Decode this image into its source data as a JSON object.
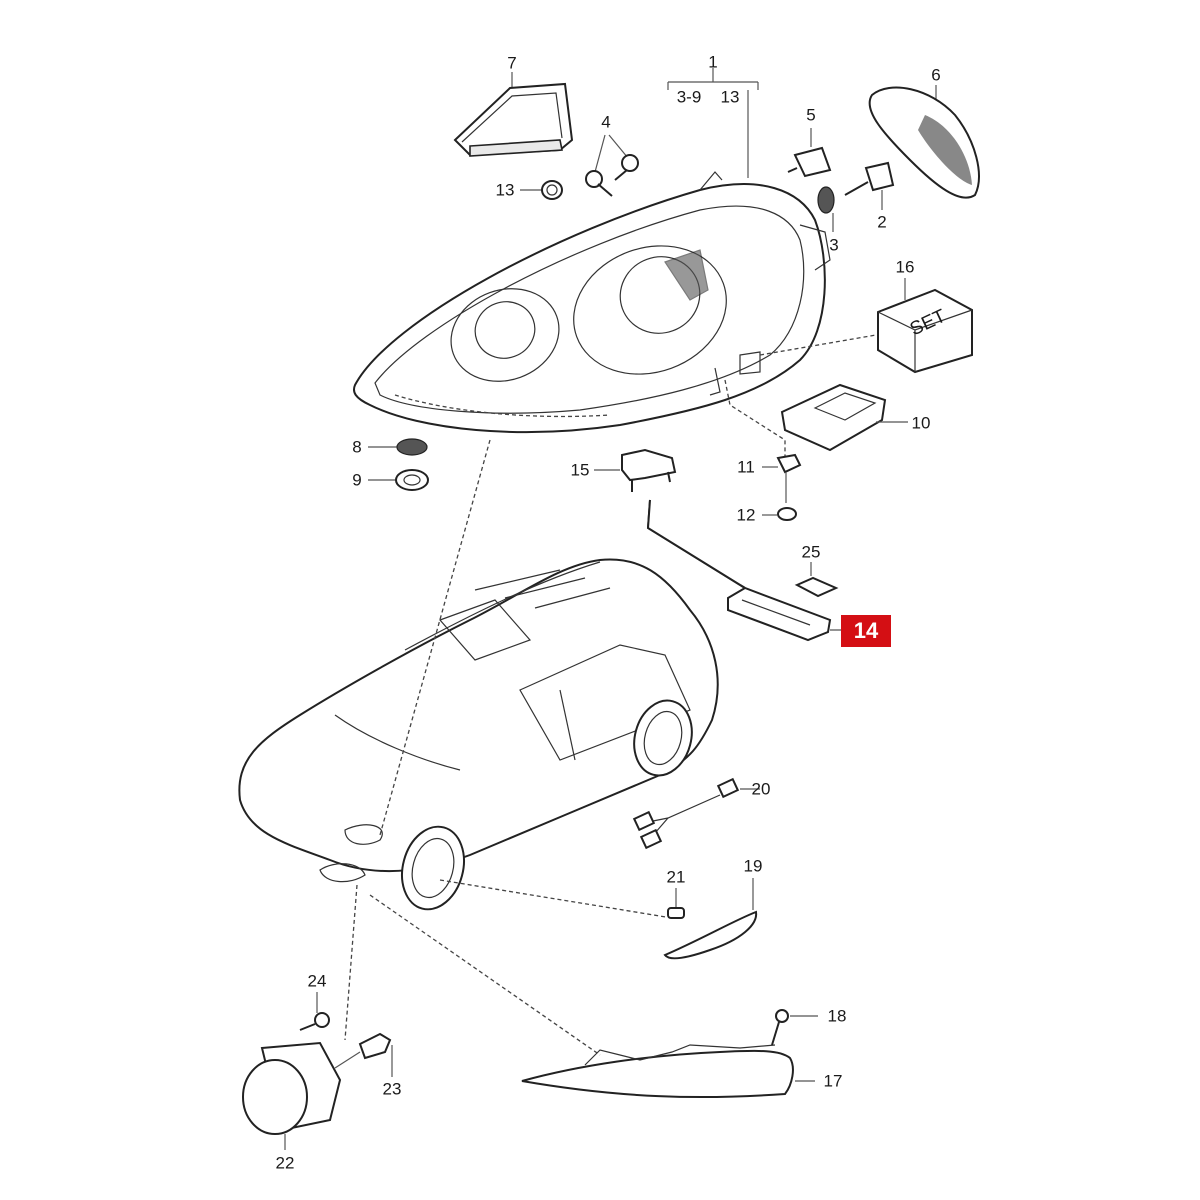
{
  "diagram": {
    "type": "exploded-parts-diagram",
    "subject": "Headlight assembly and front lighting components",
    "highlighted_part": "14",
    "highlight_color": "#d40f14",
    "group_callout": {
      "number": "1",
      "includes": [
        "3-9",
        "13"
      ]
    },
    "set_box_label": "SET",
    "parts": [
      {
        "number": "1",
        "label": "1",
        "description": "headlight-assembly"
      },
      {
        "number": "2",
        "label": "2",
        "description": "bulb"
      },
      {
        "number": "3",
        "label": "3",
        "description": "bulb-holder"
      },
      {
        "number": "4",
        "label": "4",
        "description": "screws"
      },
      {
        "number": "5",
        "label": "5",
        "description": "bulb-socket"
      },
      {
        "number": "6",
        "label": "6",
        "description": "rear-cover-mesh"
      },
      {
        "number": "7",
        "label": "7",
        "description": "mounting-bracket"
      },
      {
        "number": "8",
        "label": "8",
        "description": "grommet"
      },
      {
        "number": "9",
        "label": "9",
        "description": "seal-ring"
      },
      {
        "number": "10",
        "label": "10",
        "description": "control-unit"
      },
      {
        "number": "11",
        "label": "11",
        "description": "clip"
      },
      {
        "number": "12",
        "label": "12",
        "description": "screw"
      },
      {
        "number": "13",
        "label": "13",
        "description": "plug"
      },
      {
        "number": "14",
        "label": "14",
        "description": "control-module-with-cable",
        "highlighted": true
      },
      {
        "number": "15",
        "label": "15",
        "description": "motor"
      },
      {
        "number": "16",
        "label": "16",
        "description": "repair-set"
      },
      {
        "number": "17",
        "label": "17",
        "description": "daytime-running-light"
      },
      {
        "number": "18",
        "label": "18",
        "description": "screw"
      },
      {
        "number": "19",
        "label": "19",
        "description": "side-marker-light"
      },
      {
        "number": "20",
        "label": "20",
        "description": "wiring-harness"
      },
      {
        "number": "21",
        "label": "21",
        "description": "bulb"
      },
      {
        "number": "22",
        "label": "22",
        "description": "fog-light"
      },
      {
        "number": "23",
        "label": "23",
        "description": "bulb"
      },
      {
        "number": "24",
        "label": "24",
        "description": "screw"
      },
      {
        "number": "25",
        "label": "25",
        "description": "bracket"
      }
    ],
    "labels": {
      "p1": "1",
      "p1_sub_a": "3-9",
      "p1_sub_b": "13",
      "p2": "2",
      "p3": "3",
      "p4": "4",
      "p5": "5",
      "p6": "6",
      "p7": "7",
      "p8": "8",
      "p9": "9",
      "p10": "10",
      "p11": "11",
      "p12": "12",
      "p13": "13",
      "p14": "14",
      "p15": "15",
      "p16": "16",
      "p17": "17",
      "p18": "18",
      "p19": "19",
      "p20": "20",
      "p21": "21",
      "p22": "22",
      "p23": "23",
      "p24": "24",
      "p25": "25",
      "set": "SET"
    }
  }
}
